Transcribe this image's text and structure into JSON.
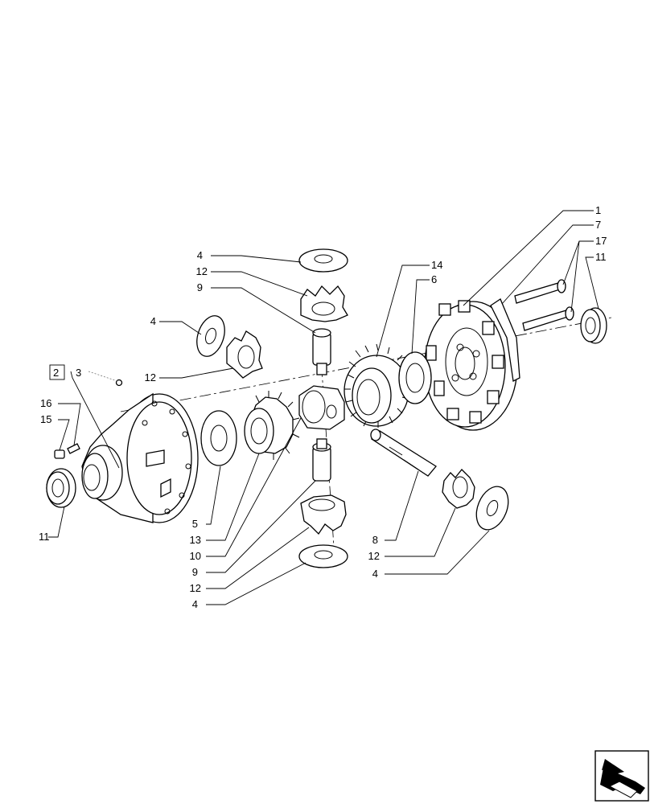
{
  "callouts": {
    "c1": "1",
    "c7": "7",
    "c17": "17",
    "c11r": "11",
    "c14": "14",
    "c6": "6",
    "c4a": "4",
    "c12a": "12",
    "c9a": "9",
    "c4b": "4",
    "c12b": "12",
    "c2": "2",
    "c3": "3",
    "c16": "16",
    "c15": "15",
    "c11l": "11",
    "c5": "5",
    "c13": "13",
    "c10": "10",
    "c9b": "9",
    "c12c": "12",
    "c4c": "4",
    "c8": "8",
    "c12d": "12",
    "c4d": "4"
  },
  "icons": {
    "nav": "arrow-navigation-icon"
  }
}
